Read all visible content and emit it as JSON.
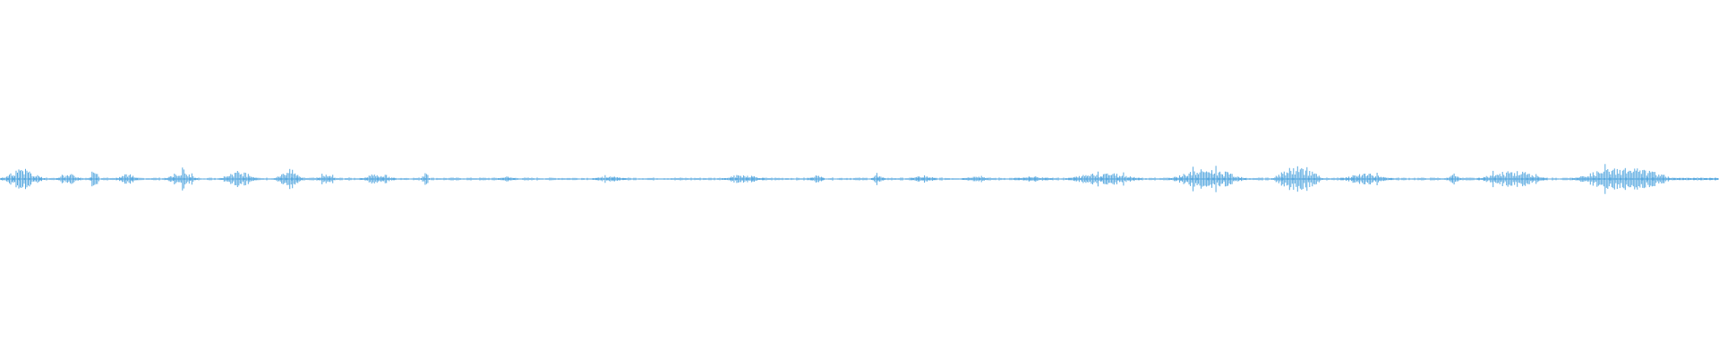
{
  "waveform": {
    "color": "#5aaae0",
    "background": "#ffffff",
    "duration_fraction_segments": [
      {
        "start": 0.0,
        "end": 0.026,
        "amp": 0.55
      },
      {
        "start": 0.033,
        "end": 0.047,
        "amp": 0.3
      },
      {
        "start": 0.052,
        "end": 0.058,
        "amp": 0.45
      },
      {
        "start": 0.068,
        "end": 0.08,
        "amp": 0.3
      },
      {
        "start": 0.096,
        "end": 0.115,
        "amp": 0.4
      },
      {
        "start": 0.128,
        "end": 0.15,
        "amp": 0.45
      },
      {
        "start": 0.16,
        "end": 0.176,
        "amp": 0.55
      },
      {
        "start": 0.185,
        "end": 0.195,
        "amp": 0.35
      },
      {
        "start": 0.21,
        "end": 0.23,
        "amp": 0.3
      },
      {
        "start": 0.245,
        "end": 0.25,
        "amp": 0.4
      },
      {
        "start": 0.29,
        "end": 0.3,
        "amp": 0.2
      },
      {
        "start": 0.345,
        "end": 0.365,
        "amp": 0.15
      },
      {
        "start": 0.42,
        "end": 0.445,
        "amp": 0.25
      },
      {
        "start": 0.47,
        "end": 0.48,
        "amp": 0.2
      },
      {
        "start": 0.507,
        "end": 0.515,
        "amp": 0.25
      },
      {
        "start": 0.53,
        "end": 0.545,
        "amp": 0.2
      },
      {
        "start": 0.56,
        "end": 0.575,
        "amp": 0.15
      },
      {
        "start": 0.59,
        "end": 0.612,
        "amp": 0.15
      },
      {
        "start": 0.62,
        "end": 0.665,
        "amp": 0.35
      },
      {
        "start": 0.68,
        "end": 0.725,
        "amp": 0.55
      },
      {
        "start": 0.74,
        "end": 0.77,
        "amp": 0.7
      },
      {
        "start": 0.78,
        "end": 0.81,
        "amp": 0.3
      },
      {
        "start": 0.842,
        "end": 0.85,
        "amp": 0.3
      },
      {
        "start": 0.86,
        "end": 0.9,
        "amp": 0.45
      },
      {
        "start": 0.915,
        "end": 0.975,
        "amp": 0.65
      },
      {
        "start": 0.975,
        "end": 1.0,
        "amp": 0.05
      }
    ]
  }
}
